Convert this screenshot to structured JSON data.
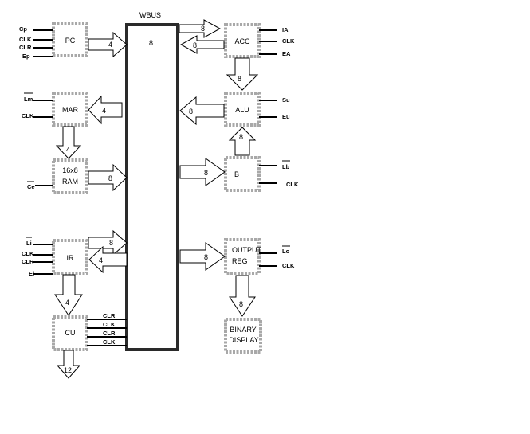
{
  "bus": {
    "title": "WBUS",
    "width": "8"
  },
  "blocks": {
    "pc": "PC",
    "mar": "MAR",
    "ram": [
      "16x8",
      "RAM"
    ],
    "ir": "IR",
    "cu": "CU",
    "acc": "ACC",
    "alu": "ALU",
    "b": "B",
    "out": [
      "OUTPUT",
      "REG"
    ],
    "disp": [
      "BINARY",
      "DISPLAY"
    ]
  },
  "signals": {
    "pc": [
      "Cp",
      "CLK",
      "CLR",
      "Ep"
    ],
    "mar": [
      "Lm",
      "CLK"
    ],
    "ram": [
      "Ce"
    ],
    "ir": [
      "Li",
      "CLK",
      "CLR",
      "Ei"
    ],
    "cu": [
      "CLR",
      "CLK",
      "CLR",
      "CLK"
    ],
    "acc": [
      "IA",
      "CLK",
      "EA"
    ],
    "alu": [
      "Su",
      "Eu"
    ],
    "b": [
      "Lb",
      "CLK"
    ],
    "out": [
      "Lo",
      "CLK"
    ]
  },
  "widths": {
    "pc_bus": "4",
    "bus_mar": "4",
    "mar_ram": "4",
    "ram_bus": "8",
    "ir_bus": "8",
    "bus_ir": "4",
    "ir_cu": "4",
    "cu_out": "12",
    "bus_acc": "8",
    "acc_bus": "8",
    "acc_alu": "8",
    "alu_bus": "8",
    "b_alu": "8",
    "bus_b": "8",
    "bus_out": "8",
    "out_disp": "8"
  }
}
